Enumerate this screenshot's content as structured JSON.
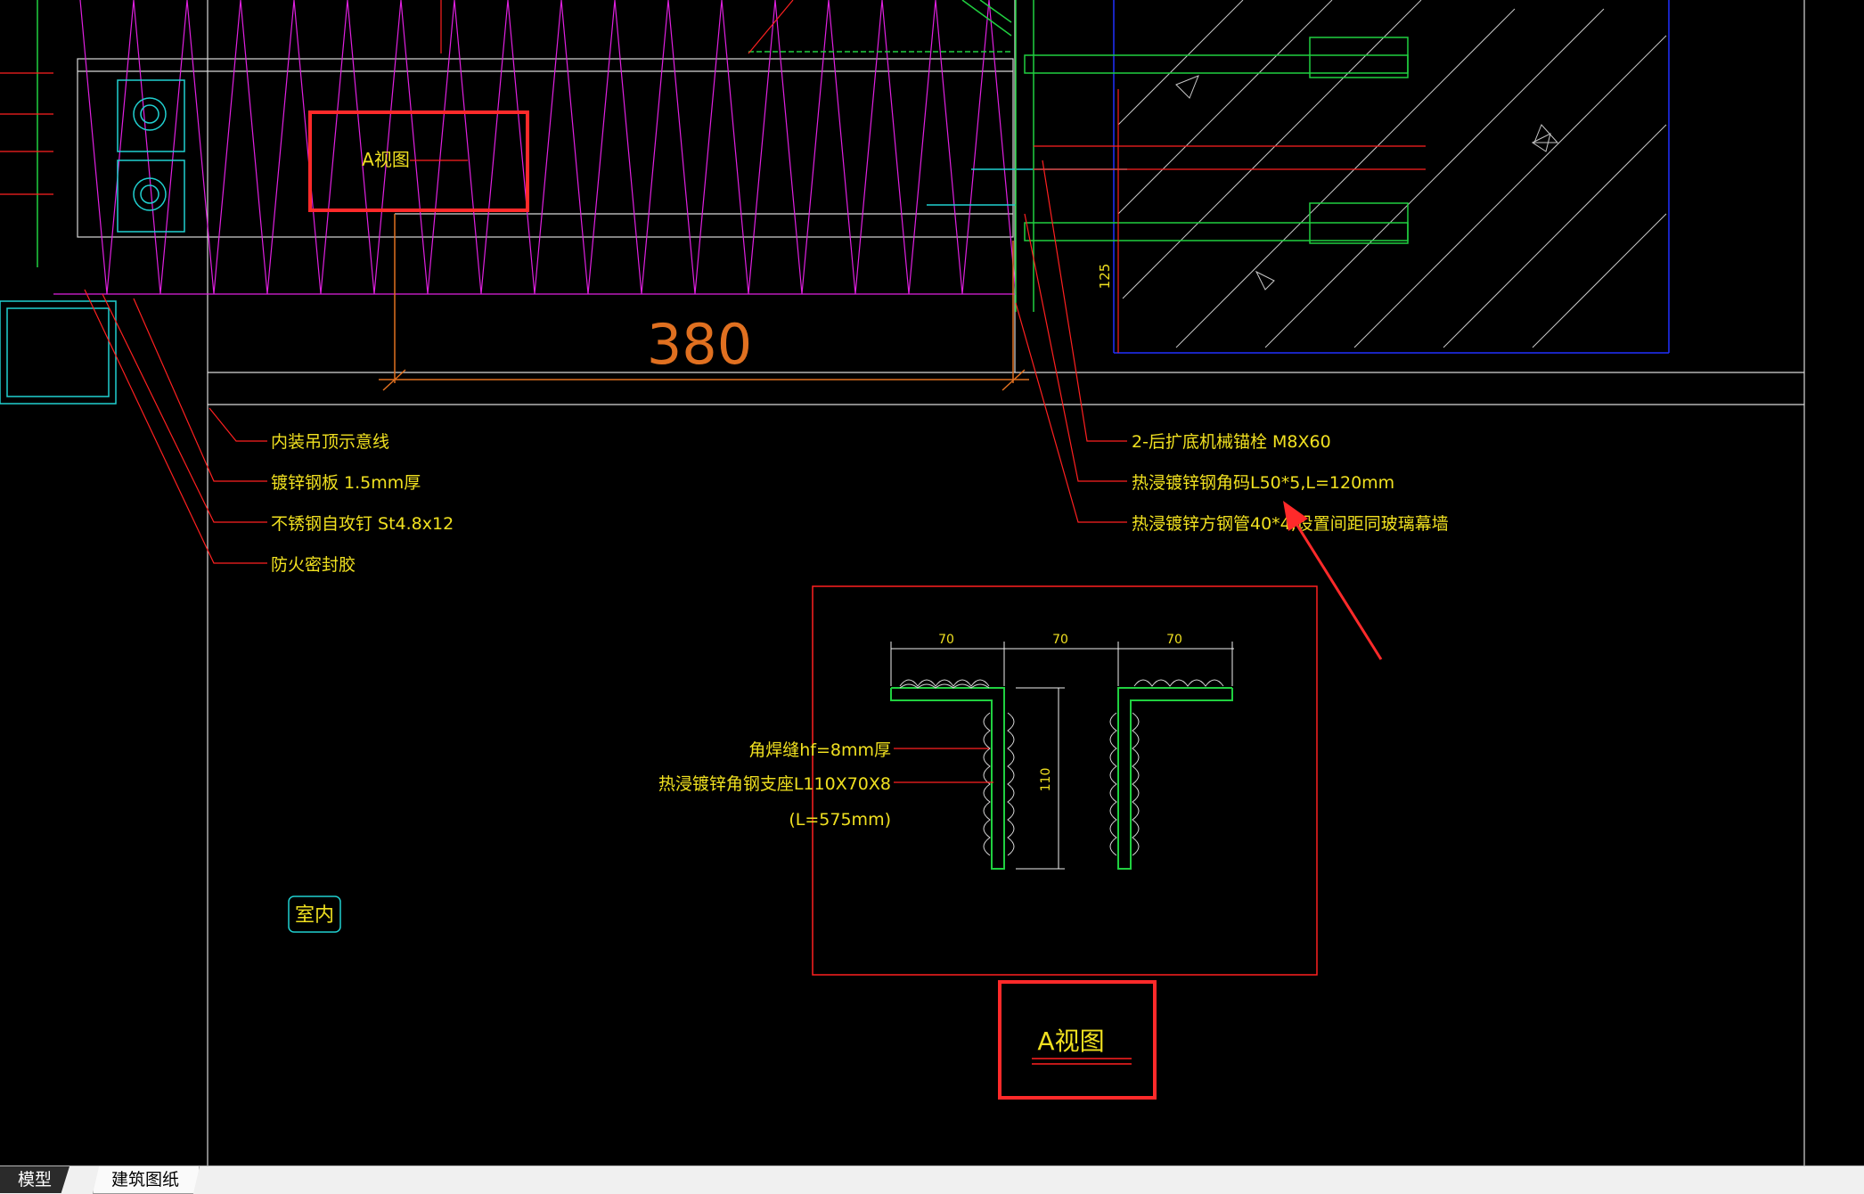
{
  "drawing": {
    "dimension_main": "380",
    "dimension_125": "125",
    "view_label_top": "A视图",
    "view_title_bottom": "A视图",
    "indoor_label": "室内",
    "callouts_left": [
      "内装吊顶示意线",
      "镀锌钢板 1.5mm厚",
      "不锈钢自攻钉 St4.8x12",
      "防火密封胶"
    ],
    "callouts_right": [
      "2-后扩底机械锚栓 M8X60",
      "热浸镀锌钢角码L50*5,L=120mm",
      "热浸镀锌方钢管40*4,设置间距同玻璃幕墙"
    ],
    "detail": {
      "dim_top": [
        "70",
        "70",
        "70"
      ],
      "dim_side": "110",
      "label_weld": "角焊缝hf=8mm厚",
      "label_angle": "热浸镀锌角钢支座L110X70X8",
      "label_length": "(L=575mm)"
    }
  },
  "colors": {
    "background": "#000000",
    "magenta": "#e020e0",
    "green": "#20d040",
    "red": "#ff2020",
    "yellow": "#f0e020",
    "orange": "#e07020",
    "cyan": "#20d0d0",
    "white": "#e8e8e8",
    "blue": "#2030ff",
    "highlight": "#ff2a2a"
  },
  "tabs": [
    {
      "label": "模型",
      "active": true
    },
    {
      "label": "建筑图纸",
      "active": false
    }
  ]
}
